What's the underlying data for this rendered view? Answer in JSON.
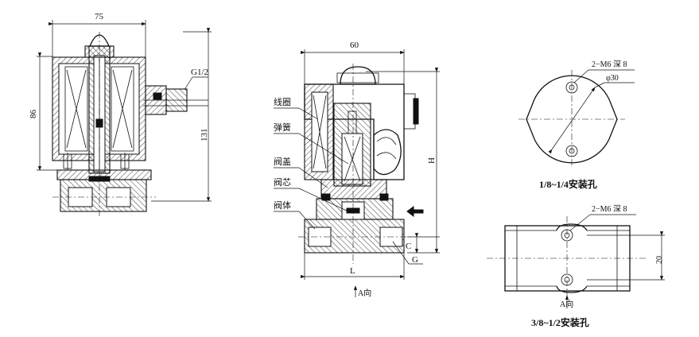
{
  "view1": {
    "dim_width": "75",
    "dim_height_left": "86",
    "dim_height_right": "131",
    "port_label": "G1/2"
  },
  "view2": {
    "dim_width": "60",
    "dim_height": "H",
    "dim_length": "L",
    "dim_c": "C",
    "dim_g": "G",
    "direction_label": "A向",
    "parts": [
      "线圈",
      "弹簧",
      "阀盖",
      "阀芯",
      "阀体"
    ]
  },
  "view3": {
    "hole_label": "2−M6 深 8",
    "diameter_label": "φ30",
    "caption": "1/8~1/4安装孔"
  },
  "view4": {
    "hole_label": "2−M6 深 8",
    "dim_height": "20",
    "direction_label": "A向",
    "caption": "3/8~1/2安装孔"
  }
}
